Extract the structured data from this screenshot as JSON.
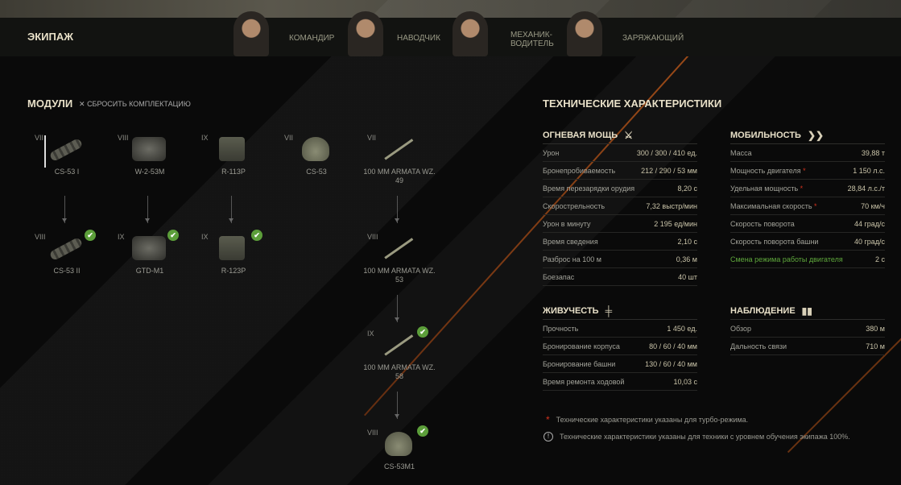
{
  "crew": {
    "title": "ЭКИПАЖ",
    "members": [
      {
        "role": "КОМАНДИР"
      },
      {
        "role": "НАВОДЧИК"
      },
      {
        "role": "МЕХАНИК-\nВОДИТЕЛЬ"
      },
      {
        "role": "ЗАРЯЖАЮЩИЙ"
      }
    ]
  },
  "modules": {
    "title": "МОДУЛИ",
    "reset_label": "СБРОСИТЬ КОМПЛЕКТАЦИЮ",
    "reset_icon": "close-icon",
    "items": [
      {
        "tier": "VII",
        "name": "CS-53 I",
        "type": "track",
        "selected": true,
        "researched": false,
        "col": 0,
        "row": 0
      },
      {
        "tier": "VIII",
        "name": "CS-53 II",
        "type": "track",
        "researched": true,
        "col": 0,
        "row": 1
      },
      {
        "tier": "VIII",
        "name": "W-2-53M",
        "type": "engine",
        "researched": false,
        "col": 1,
        "row": 0
      },
      {
        "tier": "IX",
        "name": "GTD-M1",
        "type": "engine",
        "researched": true,
        "col": 1,
        "row": 1
      },
      {
        "tier": "IX",
        "name": "R-113P",
        "type": "radio",
        "researched": false,
        "col": 2,
        "row": 0
      },
      {
        "tier": "IX",
        "name": "R-123P",
        "type": "radio",
        "researched": true,
        "col": 2,
        "row": 1
      },
      {
        "tier": "VII",
        "name": "CS-53",
        "type": "turret",
        "researched": false,
        "col": 3,
        "row": 0
      },
      {
        "tier": "VII",
        "name": "100 MM ARMATA WZ. 49",
        "type": "gun",
        "researched": false,
        "col": 4,
        "row": 0
      },
      {
        "tier": "VIII",
        "name": "100 MM ARMATA WZ. 53",
        "type": "gun",
        "researched": false,
        "col": 4,
        "row": 1
      },
      {
        "tier": "IX",
        "name": "100 MM ARMATA WZ. 58",
        "type": "gun",
        "researched": true,
        "col": 4,
        "row": 2
      },
      {
        "tier": "VIII",
        "name": "CS-53M1",
        "type": "turret",
        "researched": true,
        "col": 4,
        "row": 3
      }
    ]
  },
  "specs": {
    "title": "ТЕХНИЧЕСКИЕ ХАРАКТЕРИСТИКИ",
    "sections": [
      {
        "title": "ОГНЕВАЯ МОЩЬ",
        "icon": "sword-icon",
        "glyph": "⚔",
        "rows": [
          {
            "label": "Урон",
            "value": "300 / 300 / 410 ед."
          },
          {
            "label": "Бронепробиваемость",
            "value": "212 / 290 / 53 мм"
          },
          {
            "label": "Время перезарядки орудия",
            "value": "8,20 с"
          },
          {
            "label": "Скорострельность",
            "value": "7,32 выстр/мин"
          },
          {
            "label": "Урон в минуту",
            "value": "2 195 ед/мин"
          },
          {
            "label": "Время сведения",
            "value": "2,10 с"
          },
          {
            "label": "Разброс на 100 м",
            "value": "0,36 м"
          },
          {
            "label": "Боезапас",
            "value": "40 шт"
          }
        ]
      },
      {
        "title": "МОБИЛЬНОСТЬ",
        "icon": "double-chevron-icon",
        "glyph": "❯❯",
        "rows": [
          {
            "label": "Масса",
            "value": "39,88 т"
          },
          {
            "label": "Мощность двигателя",
            "value": "1 150 л.с.",
            "star": true
          },
          {
            "label": "Удельная мощность",
            "value": "28,84 л.с./т",
            "star": true
          },
          {
            "label": "Максимальная скорость",
            "value": "70 км/ч",
            "star": true
          },
          {
            "label": "Скорость поворота",
            "value": "44 град/с"
          },
          {
            "label": "Скорость поворота башни",
            "value": "40 град/с"
          },
          {
            "label": "Смена режима работы двигателя",
            "value": "2 с",
            "green": true
          }
        ]
      },
      {
        "title": "ЖИВУЧЕСТЬ",
        "icon": "repair-icon",
        "glyph": "╪",
        "rows": [
          {
            "label": "Прочность",
            "value": "1 450 ед."
          },
          {
            "label": "Бронирование корпуса",
            "value": "80 / 60 / 40 мм"
          },
          {
            "label": "Бронирование башни",
            "value": "130 / 60 / 40 мм"
          },
          {
            "label": "Время ремонта ходовой",
            "value": "10,03 с"
          }
        ]
      },
      {
        "title": "НАБЛЮДЕНИЕ",
        "icon": "binoculars-icon",
        "glyph": "▮▮",
        "rows": [
          {
            "label": "Обзор",
            "value": "380 м"
          },
          {
            "label": "Дальность связи",
            "value": "710 м"
          }
        ]
      }
    ],
    "star_mark": "*",
    "notes": [
      "Технические характеристики указаны для турбо-режима.",
      "Технические характеристики указаны для техники с уровнем обучения экипажа 100%."
    ],
    "note_excl": "!"
  }
}
